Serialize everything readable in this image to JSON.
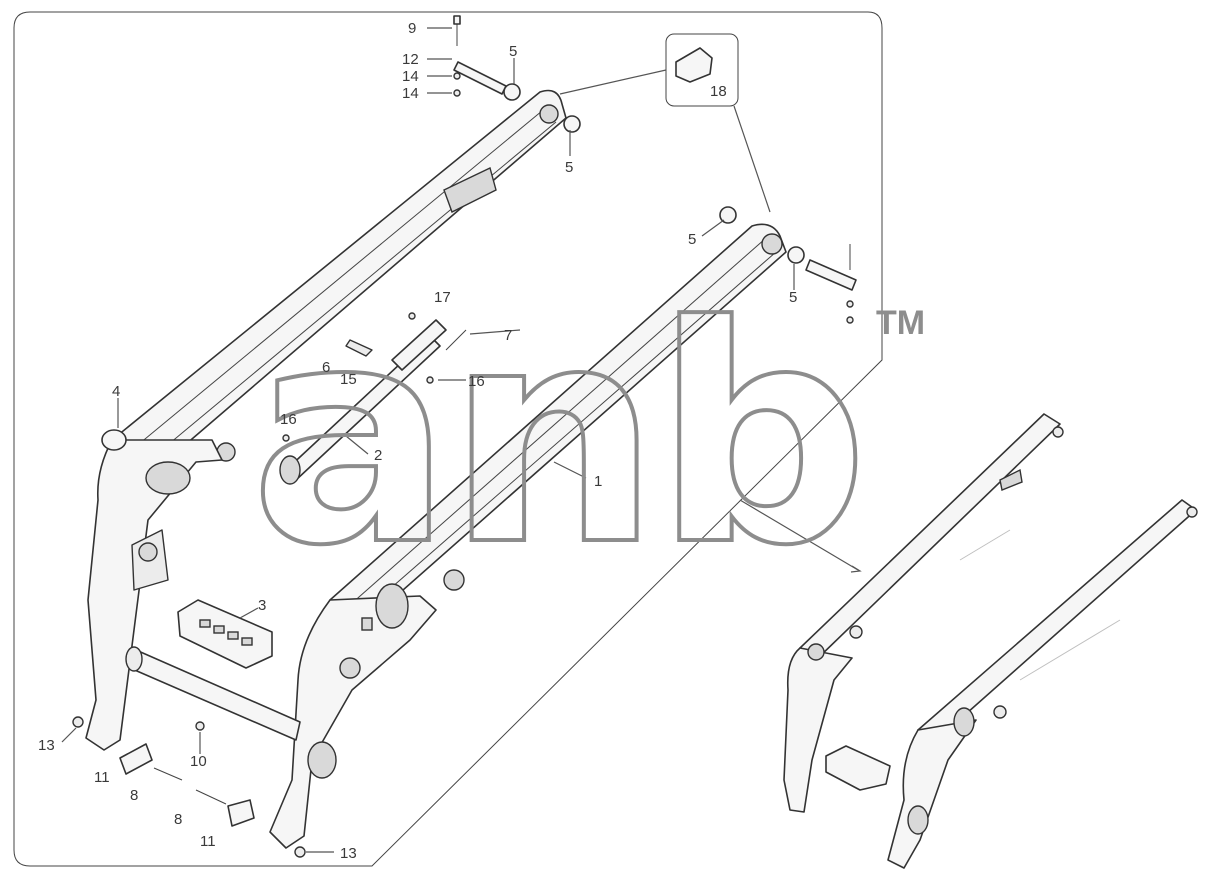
{
  "diagram": {
    "callouts": {
      "c9": "9",
      "c12": "12",
      "c14a": "14",
      "c14b": "14",
      "c5a": "5",
      "c5b": "5",
      "c5c": "5",
      "c5d": "5",
      "c18": "18",
      "c17": "17",
      "c7": "7",
      "c6": "6",
      "c15": "15",
      "c16a": "16",
      "c16b": "16",
      "c4": "4",
      "c2": "2",
      "c1": "1",
      "c3": "3",
      "c13a": "13",
      "c13b": "13",
      "c10": "10",
      "c11a": "11",
      "c11b": "11",
      "c8a": "8",
      "c8b": "8"
    },
    "watermark": {
      "logo_text": "anb",
      "trademark": "TM"
    }
  }
}
